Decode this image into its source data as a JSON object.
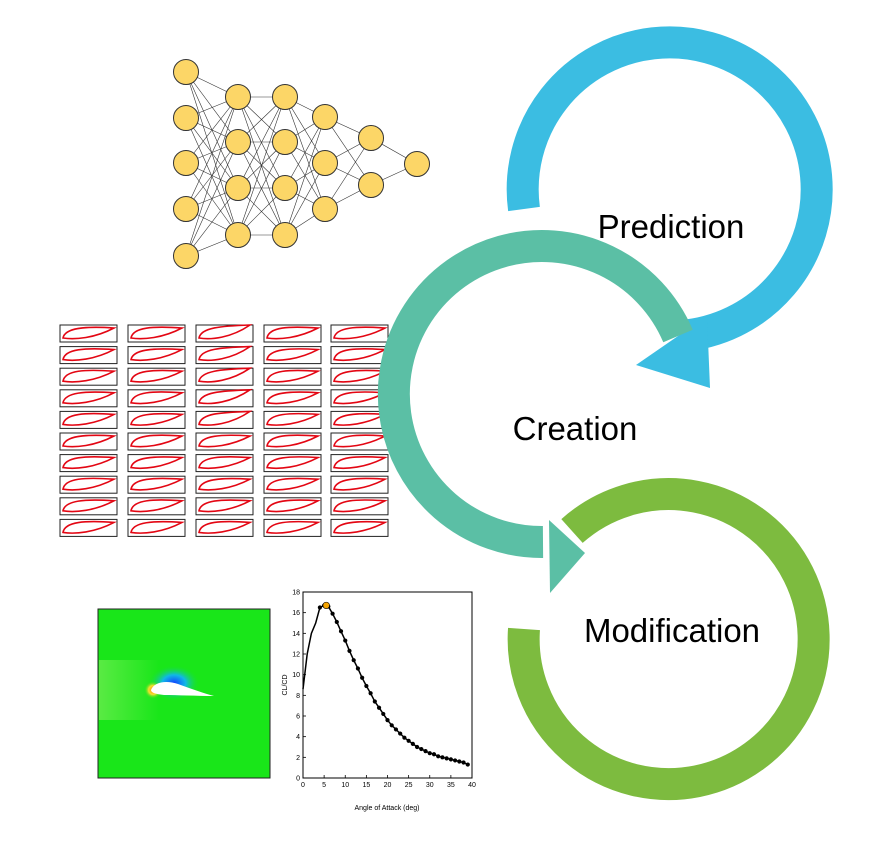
{
  "cycle": {
    "stages": [
      {
        "label": "Prediction",
        "color": "#3bbde2"
      },
      {
        "label": "Creation",
        "color": "#5bbfa5"
      },
      {
        "label": "Modification",
        "color": "#7dbb3f"
      }
    ]
  },
  "neural_network": {
    "layer_sizes": [
      5,
      4,
      4,
      3,
      2,
      1
    ],
    "node_color": "#fcd667"
  },
  "airfoil_grid": {
    "rows": 10,
    "columns": 5,
    "curve_color": "#e30613"
  },
  "flow_field": {
    "background_color": "#19e619"
  },
  "chart_data": {
    "type": "line",
    "xlabel": "Angle of Attack (deg)",
    "ylabel": "CL/CD",
    "xlim": [
      0,
      40
    ],
    "ylim": [
      0,
      18
    ],
    "xticks": [
      0,
      5,
      10,
      15,
      20,
      25,
      30,
      35,
      40
    ],
    "yticks": [
      0,
      2,
      4,
      6,
      8,
      10,
      12,
      14,
      16,
      18
    ],
    "series": [
      {
        "x": [
          0,
          1,
          2,
          3,
          4,
          5,
          6,
          7,
          8,
          9,
          10,
          11,
          12,
          13,
          14,
          15,
          16,
          17,
          18,
          19,
          20,
          21,
          22,
          23,
          24,
          25,
          26,
          27,
          28,
          29,
          30,
          31,
          32,
          33,
          34,
          35,
          36,
          37,
          38,
          39
        ],
        "y": [
          8.6,
          12.0,
          14.0,
          15.0,
          16.5,
          16.7,
          16.6,
          15.9,
          15.1,
          14.2,
          13.3,
          12.3,
          11.4,
          10.6,
          9.7,
          8.9,
          8.2,
          7.4,
          6.8,
          6.2,
          5.6,
          5.1,
          4.7,
          4.3,
          3.9,
          3.6,
          3.3,
          3.0,
          2.8,
          2.6,
          2.4,
          2.3,
          2.1,
          2.0,
          1.9,
          1.8,
          1.7,
          1.6,
          1.5,
          1.3
        ]
      }
    ],
    "highlight": {
      "x": 5.5,
      "y": 16.7,
      "color": "#f5a400"
    }
  }
}
